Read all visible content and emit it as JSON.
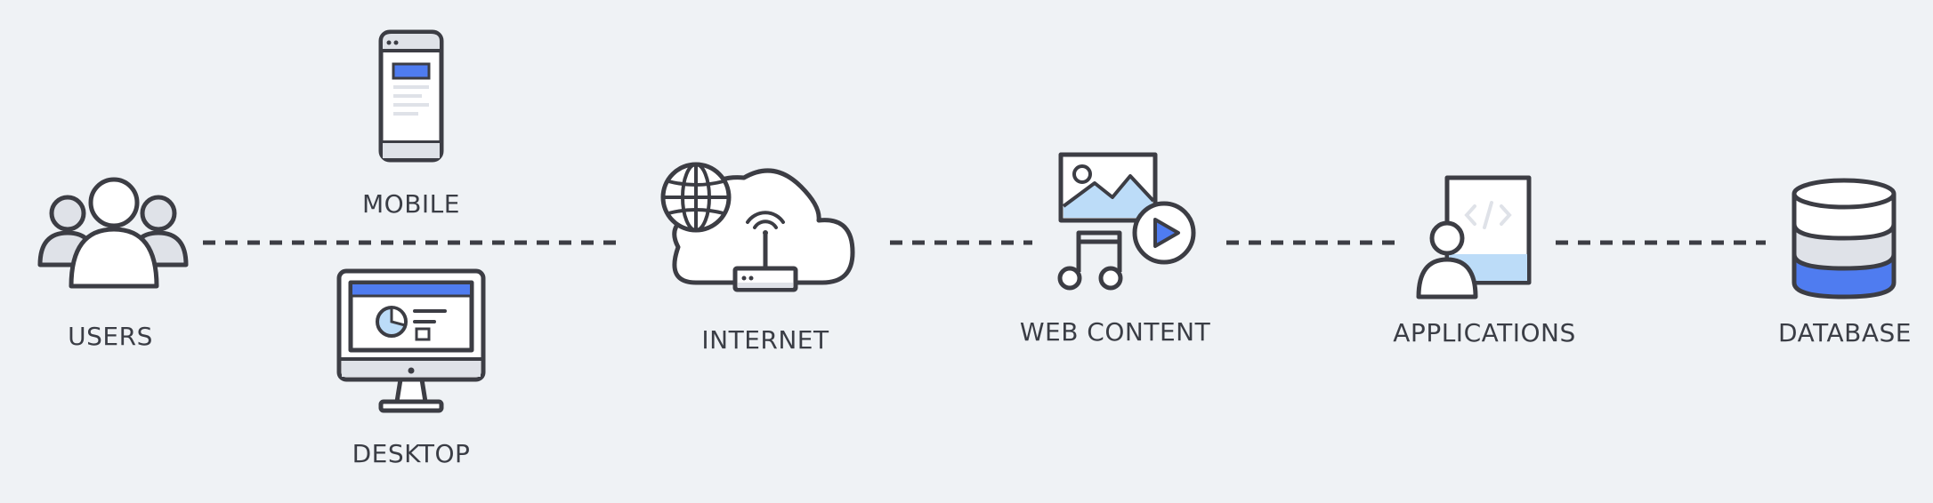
{
  "nodes": {
    "users": {
      "label": "USERS",
      "icon": "users-icon"
    },
    "mobile": {
      "label": "MOBILE",
      "icon": "mobile-phone-icon"
    },
    "desktop": {
      "label": "DESKTOP",
      "icon": "desktop-monitor-icon"
    },
    "internet": {
      "label": "INTERNET",
      "icon": "cloud-router-icon"
    },
    "web_content": {
      "label": "WEB CONTENT",
      "icon": "media-content-icon"
    },
    "applications": {
      "label": "APPLICATIONS",
      "icon": "developer-app-icon"
    },
    "database": {
      "label": "DATABASE",
      "icon": "database-icon"
    }
  },
  "colors": {
    "background": "#eff2f5",
    "outline": "#3c3d44",
    "accent_blue": "#4f7cf0",
    "light_blue": "#bcdcf8",
    "light_gray": "#dfe2e8"
  }
}
